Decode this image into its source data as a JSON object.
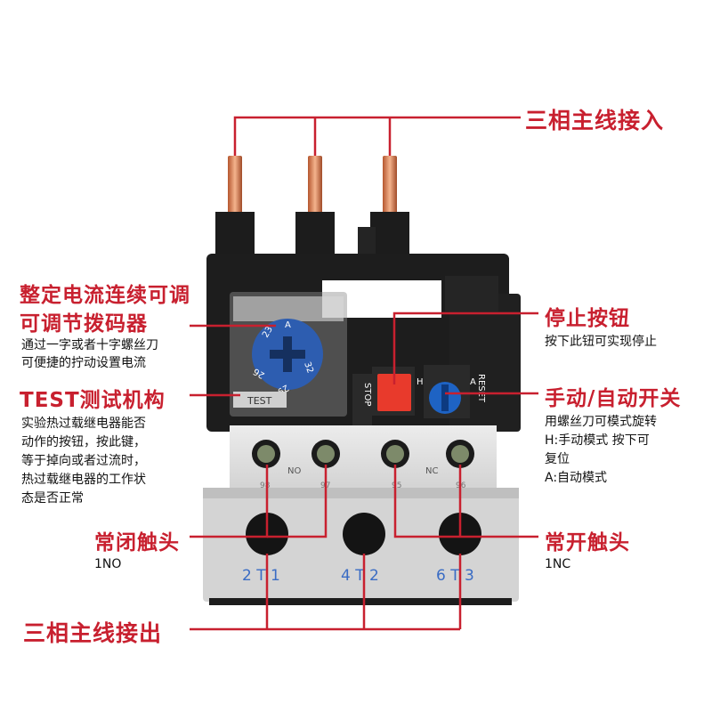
{
  "colors": {
    "accent": "#c8202f",
    "body": "#e4e4e4",
    "dark": "#1a1a1a",
    "knob": "#2d5db0",
    "stop_button": "#e83a2c"
  },
  "labels": {
    "input_wires": "三相主线接入",
    "output_wires": "三相主线接出",
    "adjust_title_1": "整定电流连续可调",
    "adjust_title_2": "可调节拨码器",
    "adjust_desc_1": "通过一字或者十字螺丝刀",
    "adjust_desc_2": "可便捷的拧动设置电流",
    "test_title": "TEST测试机构",
    "test_desc_1": "实验热过载继电器能否",
    "test_desc_2": "动作的按钮，按此键，",
    "test_desc_3": "等于掉向或者过流时，",
    "test_desc_4": "热过载继电器的工作状",
    "test_desc_5": "态是否正常",
    "nc_contact_title": "常闭触头",
    "nc_contact_sub": "1NO",
    "stop_title": "停止按钮",
    "stop_desc": "按下此钮可实现停止",
    "mode_title": "手动/自动开关",
    "mode_desc_1": "用螺丝刀可模式旋转",
    "mode_desc_2": "H:手动模式 按下可",
    "mode_desc_3": "复位",
    "mode_desc_4": "A:自动模式",
    "no_contact_title": "常开触头",
    "no_contact_sub": "1NC"
  },
  "device": {
    "test_text": "TEST",
    "stop_text": "STOP",
    "reset_text": "RESET",
    "h_mark": "H",
    "a_mark": "A",
    "no_mark": "NO",
    "nc_mark": "NC",
    "terminal_numbers": [
      "98",
      "97",
      "95",
      "96"
    ],
    "dial_numbers": [
      "23",
      "A",
      "32",
      "29",
      "26"
    ],
    "phase_labels": [
      "2 T 1",
      "4 T 2",
      "6 T 3"
    ]
  }
}
